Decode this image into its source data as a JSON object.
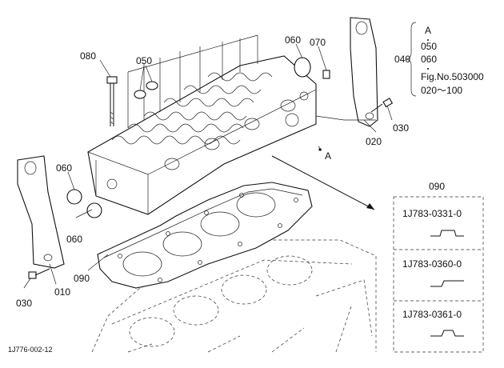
{
  "diagram": {
    "callouts": {
      "c080": "080",
      "c050": "050",
      "c060_top": "060",
      "c070": "070",
      "c040": "040",
      "c030_right": "030",
      "c020": "020",
      "c_a": "A",
      "c060_left_upper": "060",
      "c060_left_lower": "060",
      "c090": "090",
      "c010": "010",
      "c030_left": "030"
    },
    "bracket_note": {
      "line1": "A",
      "line2": "050",
      "line3": "060",
      "line4": "Fig.No.503000",
      "line5": "020～100"
    },
    "variants": {
      "title": "090",
      "items": [
        {
          "part_no": "1J783-0331-0"
        },
        {
          "part_no": "1J783-0360-0"
        },
        {
          "part_no": "1J783-0361-0"
        }
      ]
    },
    "figure_id": "1J776-002-12"
  }
}
